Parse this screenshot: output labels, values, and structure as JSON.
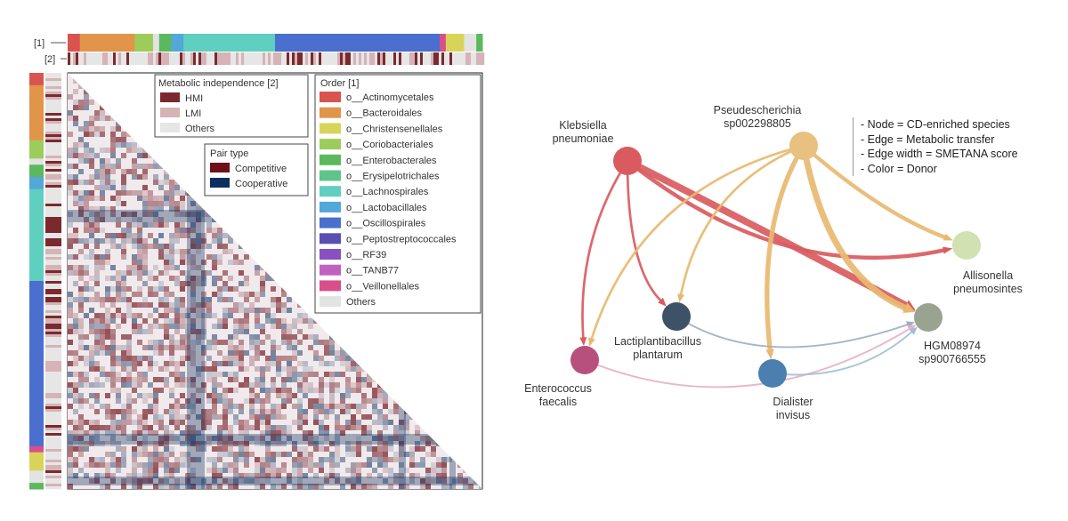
{
  "left_panel": {
    "track_labels": [
      "[1]",
      "[2]"
    ],
    "legend_metabolic": {
      "title": "Metabolic independence [2]",
      "items": [
        {
          "label": "HMI",
          "color": "#7a2a2e"
        },
        {
          "label": "LMI",
          "color": "#d6b3b6"
        },
        {
          "label": "Others",
          "color": "#e6e6e6"
        }
      ]
    },
    "legend_pair": {
      "title": "Pair type",
      "items": [
        {
          "label": "Competitive",
          "color": "#6e0f1a"
        },
        {
          "label": "Cooperative",
          "color": "#0b2f5e"
        }
      ]
    },
    "legend_order": {
      "title": "Order [1]",
      "items": [
        {
          "label": "o__Actinomycetales",
          "color": "#d9534f"
        },
        {
          "label": "o__Bacteroidales",
          "color": "#e0954a"
        },
        {
          "label": "o__Christensenellales",
          "color": "#d8d45a"
        },
        {
          "label": "o__Coriobacteriales",
          "color": "#9ccd5a"
        },
        {
          "label": "o__Enterobacterales",
          "color": "#5cb85c"
        },
        {
          "label": "o__Erysipelotrichales",
          "color": "#5fc48a"
        },
        {
          "label": "o__Lachnospirales",
          "color": "#5fcfc0"
        },
        {
          "label": "o__Lactobacillales",
          "color": "#52a8d8"
        },
        {
          "label": "o__Oscillospirales",
          "color": "#4a6fcf"
        },
        {
          "label": "o__Peptostreptococcales",
          "color": "#5a4fb0"
        },
        {
          "label": "o__RF39",
          "color": "#8a4fc0"
        },
        {
          "label": "o__TANB77",
          "color": "#c060c0"
        },
        {
          "label": "o__Veillonellales",
          "color": "#d84f8a"
        },
        {
          "label": "Others",
          "color": "#e3e3e3"
        }
      ]
    },
    "order_track": [
      "#d9534f",
      "#e0954a",
      "#e0954a",
      "#9ccd5a",
      "#e3e3e3",
      "#5cb85c",
      "#52a8d8",
      "#5fcfc0",
      "#5fcfc0",
      "#5fcfc0",
      "#5fcfc0",
      "#4a6fcf",
      "#4a6fcf",
      "#4a6fcf",
      "#4a6fcf",
      "#4a6fcf",
      "#d84f8a",
      "#d8d45a",
      "#e3e3e3",
      "#5cb85c"
    ],
    "order_track_weights": [
      2,
      3,
      6,
      3,
      1,
      2,
      2,
      4,
      4,
      4,
      3,
      6,
      6,
      6,
      5,
      4,
      1,
      3,
      2,
      1
    ]
  },
  "network": {
    "nodes": [
      {
        "id": "klebsiella",
        "label": [
          "Klebsiella",
          "pneumoniae"
        ],
        "color": "#d95b5f"
      },
      {
        "id": "pseudescherichia",
        "label": [
          "Pseudescherichia",
          "sp002298805"
        ],
        "color": "#e8c080"
      },
      {
        "id": "allisonella",
        "label": [
          "Allisonella",
          "pneumosintes"
        ],
        "color": "#cfe2b0"
      },
      {
        "id": "hgm08974",
        "label": [
          "HGM08974",
          "sp900766555"
        ],
        "color": "#9aa38f"
      },
      {
        "id": "lactiplantibacillus",
        "label": [
          "Lactiplantibacillus",
          "plantarum"
        ],
        "color": "#3d5266"
      },
      {
        "id": "enterococcus",
        "label": [
          "Enterococcus",
          "faecalis"
        ],
        "color": "#b8507e"
      },
      {
        "id": "dialister",
        "label": [
          "Dialister",
          "invisus"
        ],
        "color": "#4a7fb0"
      }
    ],
    "edges": [
      {
        "from": "klebsiella",
        "to": "enterococcus",
        "color": "#d95b5f",
        "score": 2
      },
      {
        "from": "klebsiella",
        "to": "lactiplantibacillus",
        "color": "#d95b5f",
        "score": 2
      },
      {
        "from": "klebsiella",
        "to": "allisonella",
        "color": "#d95b5f",
        "score": 4
      },
      {
        "from": "klebsiella",
        "to": "hgm08974",
        "color": "#d95b5f",
        "score": 8
      },
      {
        "from": "pseudescherichia",
        "to": "enterococcus",
        "color": "#e8b870",
        "score": 2
      },
      {
        "from": "pseudescherichia",
        "to": "lactiplantibacillus",
        "color": "#e8b870",
        "score": 2
      },
      {
        "from": "pseudescherichia",
        "to": "dialister",
        "color": "#e8b870",
        "score": 5
      },
      {
        "from": "pseudescherichia",
        "to": "allisonella",
        "color": "#e8b870",
        "score": 4
      },
      {
        "from": "pseudescherichia",
        "to": "hgm08974",
        "color": "#e8b870",
        "score": 7
      },
      {
        "from": "lactiplantibacillus",
        "to": "hgm08974",
        "color": "#9fb0c0",
        "score": 1
      },
      {
        "from": "enterococcus",
        "to": "hgm08974",
        "color": "#e8b0c4",
        "score": 1
      },
      {
        "from": "dialister",
        "to": "hgm08974",
        "color": "#9fbfda",
        "score": 1
      }
    ],
    "notes": [
      "- Node = CD-enriched species",
      "- Edge = Metabolic transfer",
      "- Edge width = SMETANA score",
      "- Color = Donor"
    ]
  }
}
